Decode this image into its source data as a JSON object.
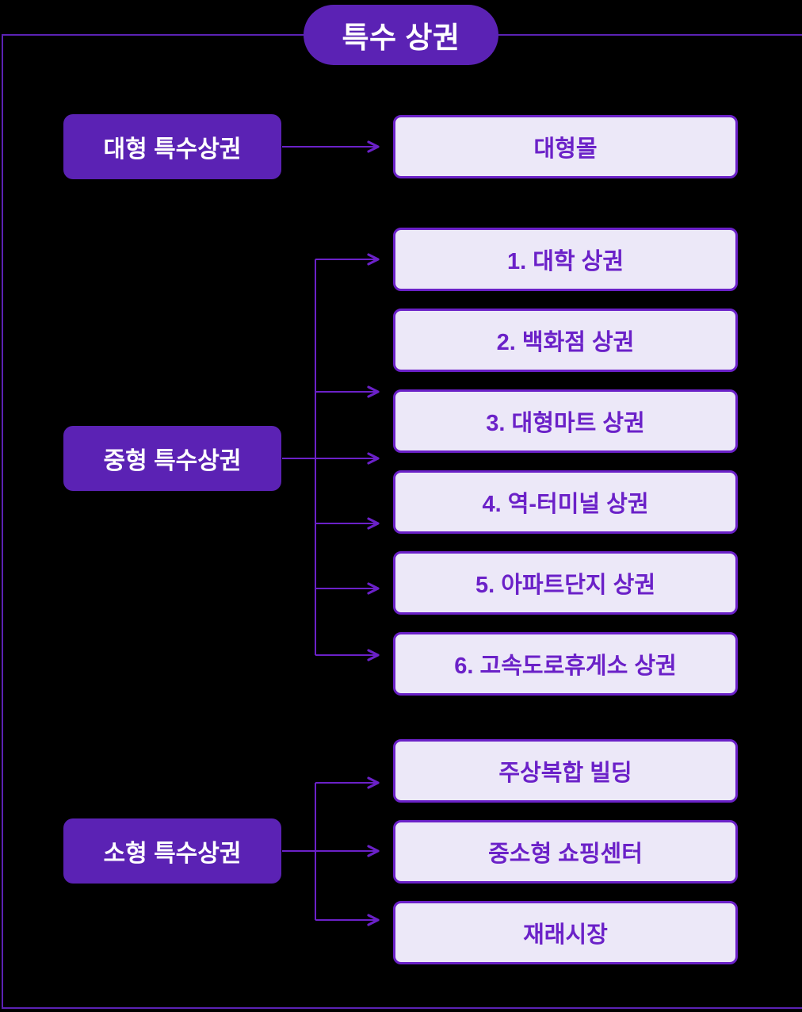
{
  "diagram": {
    "title": "특수 상권",
    "colors": {
      "background": "#000000",
      "accent": "#5b22b4",
      "box_fill": "#ece8f8",
      "box_border": "#6b21c8",
      "box_text": "#6b21c8",
      "chip_text": "#ffffff",
      "connector": "#6b21c8"
    },
    "groups": [
      {
        "category": "대형 특수상권",
        "items": [
          {
            "label": "대형몰"
          }
        ]
      },
      {
        "category": "중형 특수상권",
        "items": [
          {
            "label": "1.  대학 상권"
          },
          {
            "label": "2.  백화점 상권"
          },
          {
            "label": "3.  대형마트 상권"
          },
          {
            "label": "4.  역-터미널 상권"
          },
          {
            "label": "5.  아파트단지 상권"
          },
          {
            "label": "6.  고속도로휴게소 상권"
          }
        ]
      },
      {
        "category": "소형 특수상권",
        "items": [
          {
            "label": "주상복합 빌딩"
          },
          {
            "label": "중소형 쇼핑센터"
          },
          {
            "label": "재래시장"
          }
        ]
      }
    ]
  }
}
